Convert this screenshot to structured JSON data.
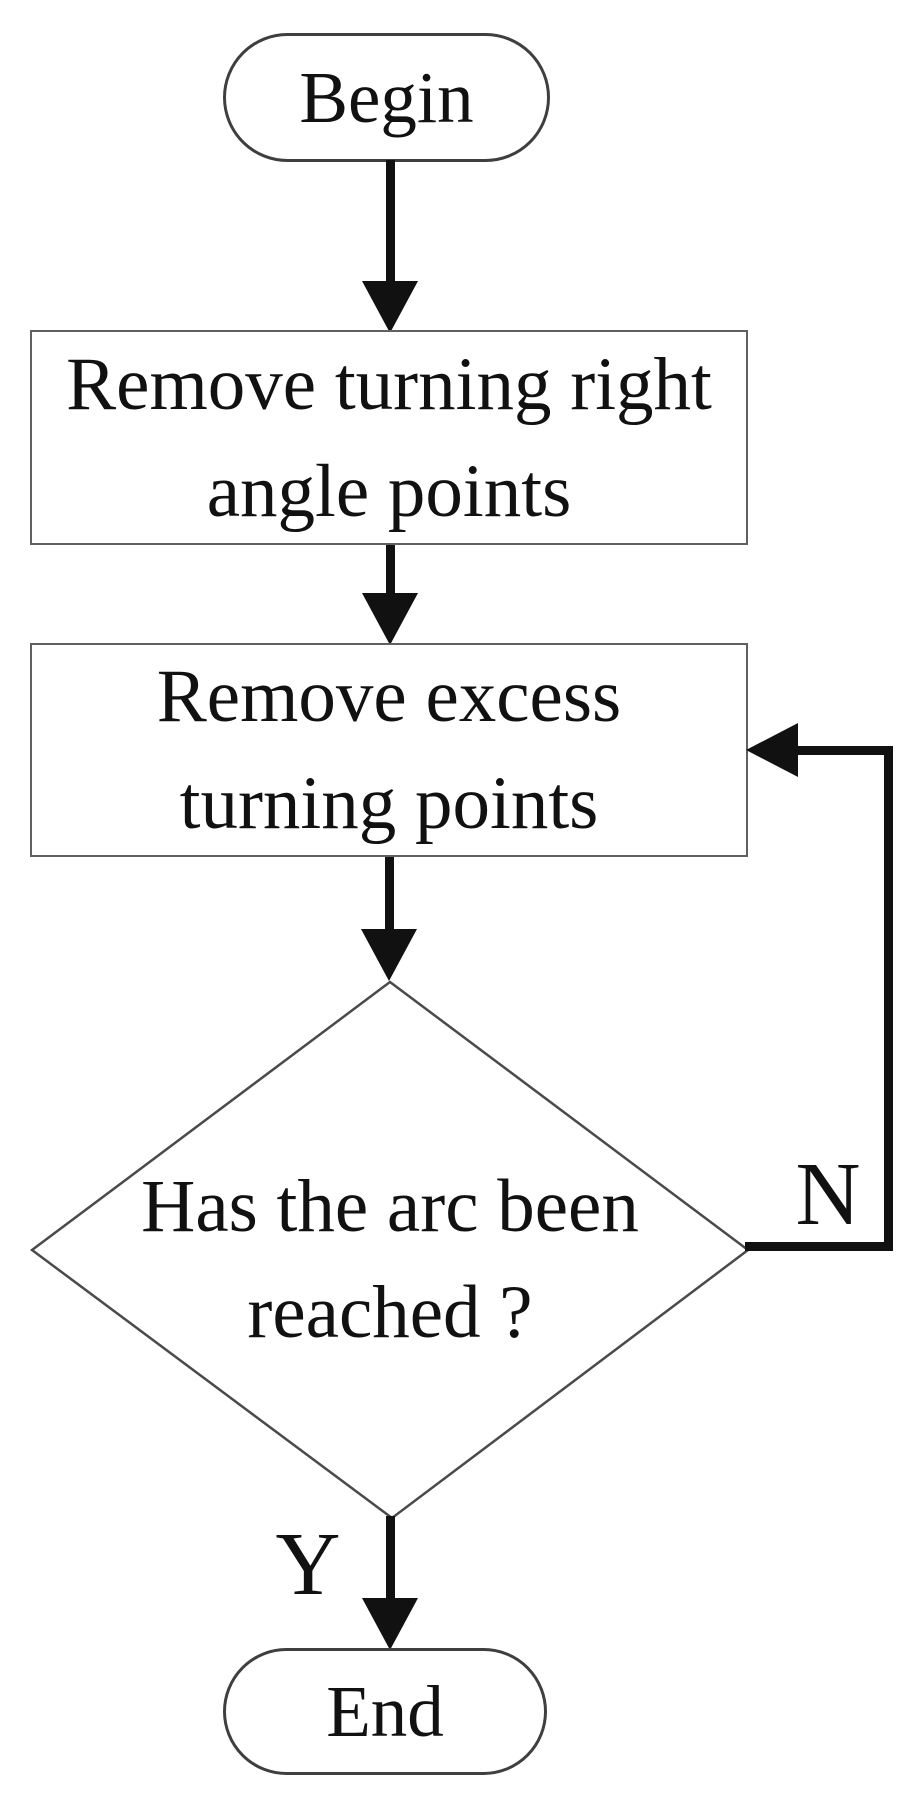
{
  "nodes": {
    "begin": {
      "type": "terminator",
      "label": "Begin"
    },
    "step1": {
      "type": "process",
      "line1": "Remove turning right",
      "line2": "angle points"
    },
    "step2": {
      "type": "process",
      "line1": "Remove excess",
      "line2": "turning points"
    },
    "decision": {
      "type": "decision",
      "line1": "Has the arc been",
      "line2": "reached ?"
    },
    "end": {
      "type": "terminator",
      "label": "End"
    }
  },
  "edge_labels": {
    "no": "N",
    "yes": "Y"
  },
  "colors": {
    "line": "#111111",
    "shape_border": "#606060",
    "text": "#111111",
    "background": "#ffffff"
  }
}
